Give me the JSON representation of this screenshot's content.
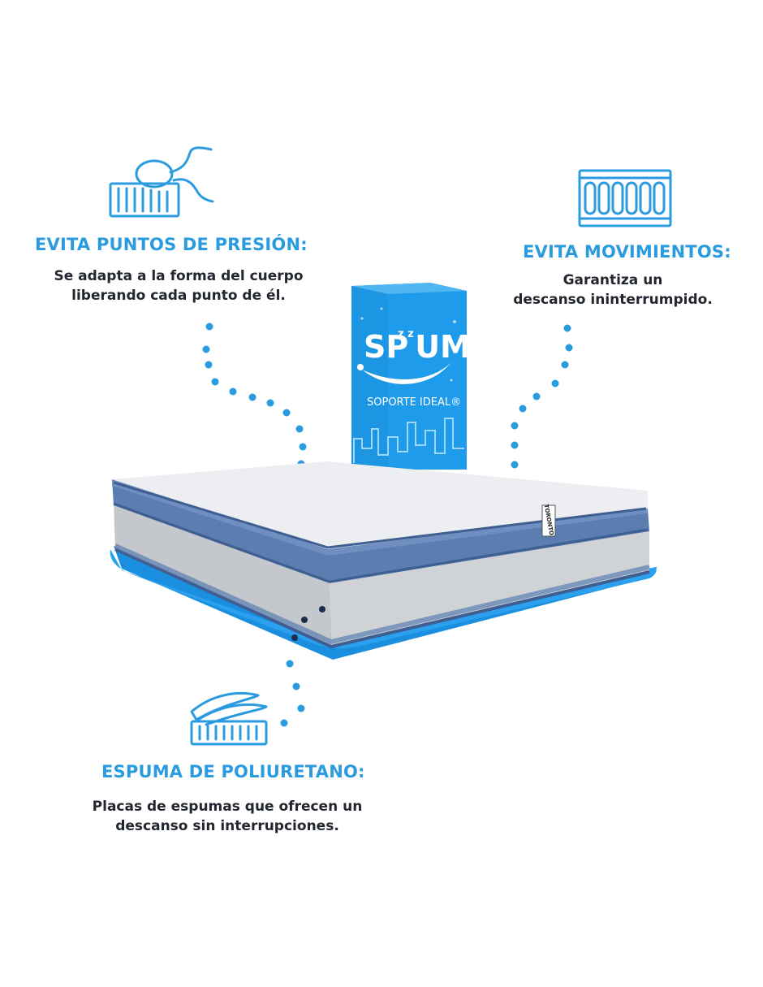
{
  "colors": {
    "accent": "#2b9be0",
    "text": "#22262e",
    "box_blue": "#1e9bea",
    "mattress_band": "#5b7db0",
    "mattress_side": "#c9cdd1",
    "mattress_top": "#eceef1",
    "base_blue": "#1a8fe0",
    "dot_blue": "#2b9be0",
    "dot_dark": "#1b2d4a"
  },
  "features": {
    "pressure": {
      "icon": "body-on-spring-icon",
      "title": "EVITA PUNTOS  DE PRESIÓN:",
      "desc_line1": "Se adapta a la forma del cuerpo",
      "desc_line2": "liberando cada punto de él."
    },
    "movement": {
      "icon": "pocket-spring-coil-icon",
      "title": "EVITA MOVIMIENTOS:",
      "desc_line1": "Garantiza un",
      "desc_line2": "descanso ininterrumpido."
    },
    "foam": {
      "icon": "foam-layers-icon",
      "title": "ESPUMA DE POLIURETANO:",
      "desc_line1": "Placas de espumas que ofrecen un",
      "desc_line2": "descanso sin interrupciones."
    }
  },
  "product": {
    "brand_left": "SP",
    "brand_zz": "z z",
    "brand_right": "UM",
    "tagline": "SOPORTE IDEAL®",
    "label": "TORONTO"
  }
}
